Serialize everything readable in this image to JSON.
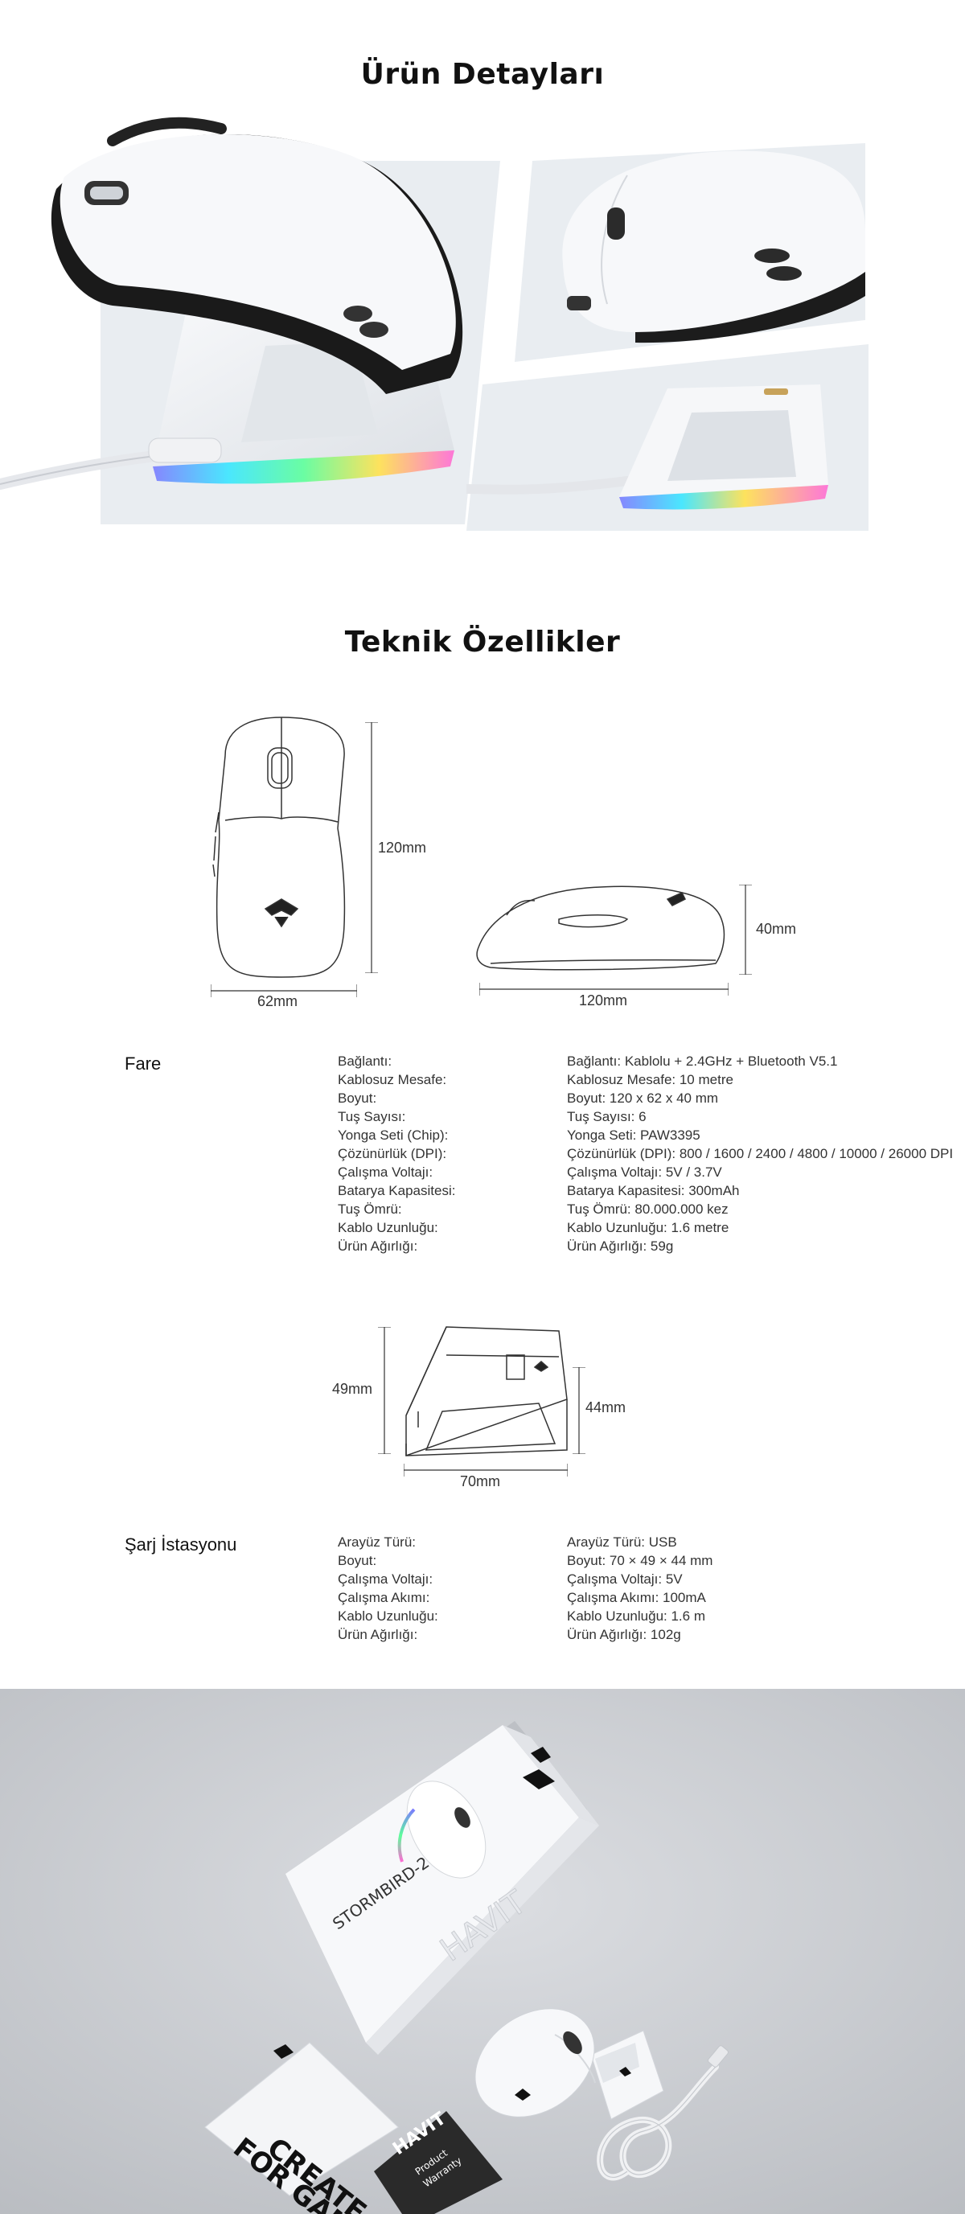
{
  "sections": {
    "details_title": "Ürün Detayları",
    "specs_title": "Teknik Özellikler"
  },
  "diagram_mouse": {
    "top_height": "120mm",
    "top_width": "62mm",
    "side_height": "40mm",
    "side_length": "120mm"
  },
  "diagram_dock": {
    "height_back": "49mm",
    "height_front": "44mm",
    "width": "70mm"
  },
  "mouse_specs": {
    "title": "Fare",
    "labels": [
      "Bağlantı:",
      "Kablosuz Mesafe:",
      "Boyut:",
      "Tuş Sayısı:",
      "Yonga Seti (Chip):",
      "Çözünürlük (DPI):",
      "Çalışma Voltajı:",
      "Batarya Kapasitesi:",
      "Tuş Ömrü:",
      "Kablo Uzunluğu:",
      "Ürün Ağırlığı:"
    ],
    "values": [
      "Bağlantı: Kablolu + 2.4GHz + Bluetooth V5.1",
      "Kablosuz Mesafe: 10 metre",
      "Boyut: 120 x 62 x 40 mm",
      "Tuş Sayısı: 6",
      "Yonga Seti: PAW3395",
      "Çözünürlük (DPI): 800 / 1600 / 2400 / 4800 / 10000 / 26000 DPI",
      "Çalışma Voltajı: 5V / 3.7V",
      "Batarya Kapasitesi: 300mAh",
      "Tuş Ömrü: 80.000.000 kez",
      "Kablo Uzunluğu: 1.6 metre",
      "Ürün Ağırlığı: 59g"
    ]
  },
  "dock_specs": {
    "title": "Şarj İstasyonu",
    "labels": [
      "Arayüz Türü:",
      "Boyut:",
      "Çalışma Voltajı:",
      "Çalışma Akımı:",
      "Kablo Uzunluğu:",
      "Ürün Ağırlığı:"
    ],
    "values": [
      "Arayüz Türü: USB",
      "Boyut: 70 × 49 × 44 mm",
      "Çalışma Voltajı: 5V",
      "Çalışma Akımı: 100mA",
      "Kablo Uzunluğu: 1.6 m",
      "Ürün Ağırlığı: 102g"
    ]
  },
  "package": {
    "box_product": "STORMBIRD-2",
    "box_brand": "HAVIT",
    "card_line1": "CREATE",
    "card_line2": "FOR GAME",
    "warranty_brand": "HAVIT",
    "warranty_text1": "Product",
    "warranty_text2": "Warranty"
  },
  "colors": {
    "page_bg": "#ffffff",
    "photo_bg": "#e9edf1",
    "package_bg": "#cfd1d5",
    "dark_card": "#2a2a2a"
  }
}
